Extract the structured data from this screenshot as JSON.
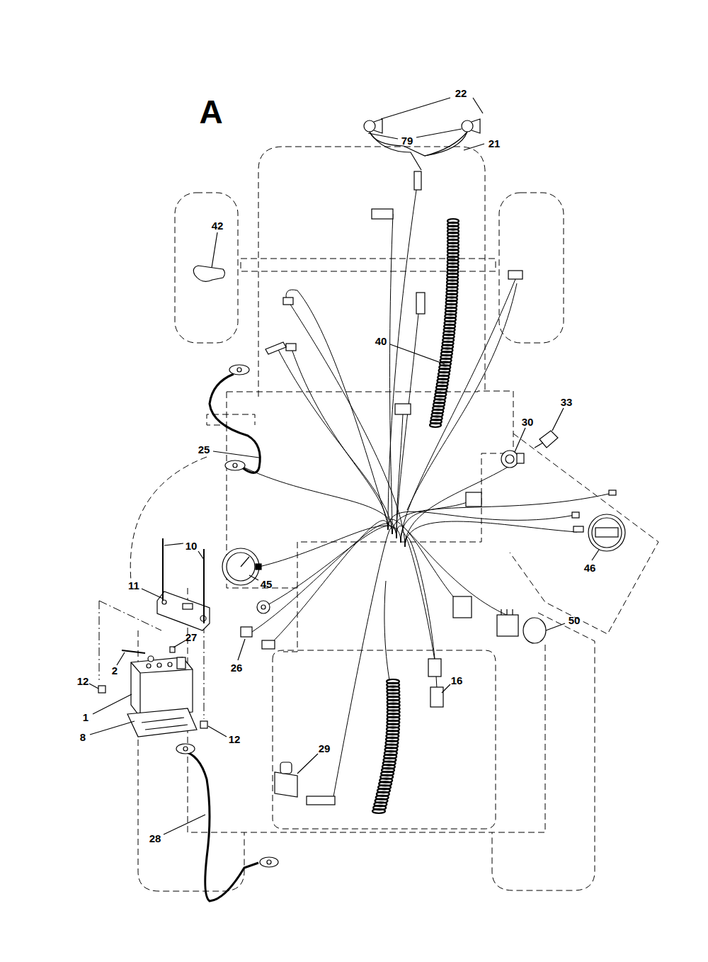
{
  "diagram": {
    "title": "A",
    "labels": [
      "22",
      "79",
      "21",
      "42",
      "40",
      "25",
      "30",
      "33",
      "10",
      "11",
      "45",
      "46",
      "27",
      "2",
      "12",
      "1",
      "8",
      "12",
      "26",
      "16",
      "50",
      "29",
      "28"
    ]
  }
}
